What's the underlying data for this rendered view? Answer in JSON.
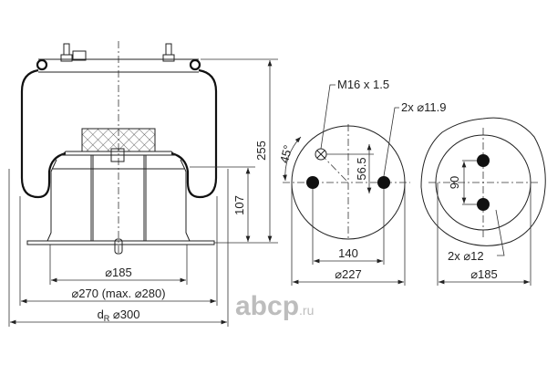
{
  "side_view": {
    "dia_piston": "⌀185",
    "dia_bellows": "⌀270 (max. ⌀280)",
    "dr_label": "d",
    "dr_sub": "R",
    "dia_reference": " ⌀300",
    "height_total": "255",
    "height_piston": "107"
  },
  "top_plate_view": {
    "thread": "M16 x 1.5",
    "holes": "2x ⌀11.9",
    "angle": "45°",
    "offset": "56.5",
    "hole_spacing": "140",
    "dia": "⌀227"
  },
  "bottom_view": {
    "hole_spacing": "90",
    "holes": "2x ⌀12",
    "dia": "⌀185"
  },
  "watermark": {
    "brand": "abcp",
    "suffix": ".ru"
  }
}
